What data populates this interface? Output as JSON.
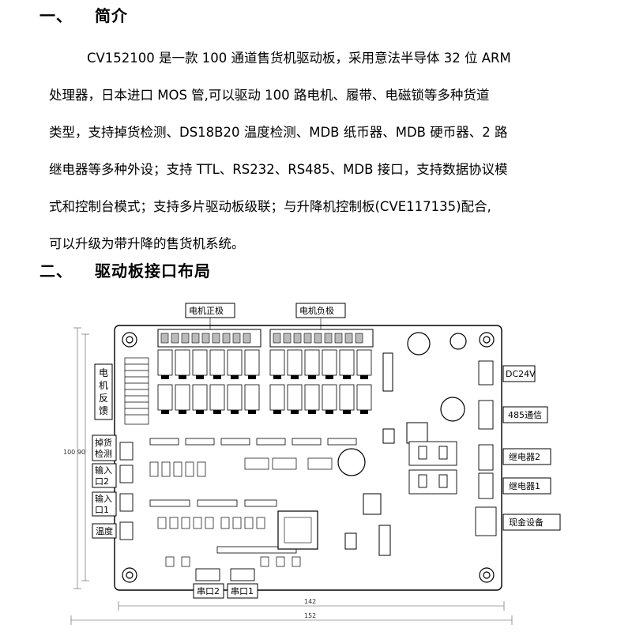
{
  "section1": {
    "number": "一、",
    "title": "简介"
  },
  "intro_lines": [
    "CV152100 是一款 100 通道售货机驱动板，采用意法半导体 32 位 ARM",
    "处理器，日本进口 MOS 管,可以驱动 100 路电机、履带、电磁锁等多种货道",
    "类型，支持掉货检测、DS18B20 温度检测、MDB 纸币器、MDB 硬币器、2 路",
    "继电器等多种外设；支持 TTL、RS232、RS485、MDB 接口，支持数据协议模",
    "式和控制台模式；支持多片驱动板级联；与升降机控制板(CVE117135)配合,",
    "可以升级为带升降的售货机系统。"
  ],
  "section2": {
    "number": "二、",
    "title": "驱动板接口布局"
  },
  "board": {
    "top_labels": {
      "motor_positive": "电机正极",
      "motor_negative": "电机负极"
    },
    "left_labels": {
      "motor_feedback": [
        "电",
        "机",
        "反",
        "馈"
      ],
      "drop_detect": [
        "掉货",
        "检测"
      ],
      "input2": [
        "输入",
        "口2"
      ],
      "input1": [
        "输入",
        "口1"
      ],
      "temperature": "温度"
    },
    "right_labels": {
      "dc24v": "DC24V",
      "rs485": "485通信",
      "relay2": "继电器2",
      "relay1": "继电器1",
      "cash_device": "现金设备"
    },
    "bottom_labels": {
      "serial2": "串口2",
      "serial1": "串口1"
    },
    "dimensions": {
      "inner_width": "142",
      "outer_width": "152",
      "height": "100 90"
    }
  }
}
